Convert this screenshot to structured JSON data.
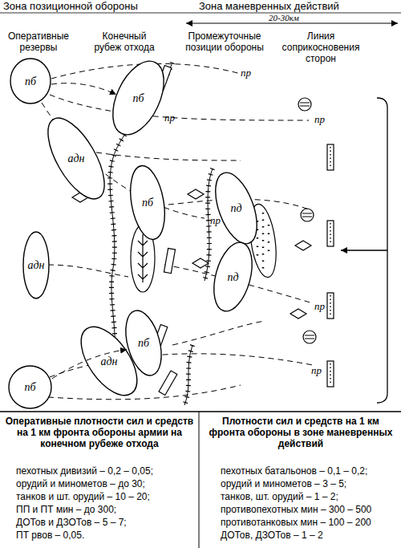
{
  "diagram": {
    "nodes": [
      {
        "text": [
          "пб"
        ]
      },
      {
        "text": [
          "пб"
        ]
      },
      {
        "text": [
          "адн"
        ]
      },
      {
        "text": [
          "пб"
        ]
      },
      {
        "text": [
          "пд"
        ]
      },
      {
        "text": [
          "пд"
        ]
      },
      {
        "text": [
          "адн"
        ]
      },
      {
        "text": [
          "пб"
        ]
      },
      {
        "text": [
          "адн"
        ]
      },
      {
        "text": [
          "пб"
        ]
      }
    ],
    "edges": [
      {
        "from": 0,
        "to": 1,
        "arrow": "to"
      },
      {
        "from": 9,
        "to": 7,
        "arrow": "to"
      }
    ],
    "labels": [
      "Зона позиционной обороны",
      "Зона маневренных действий",
      "20-30км",
      "Оперативные резервы",
      "Конечный рубеж отхода",
      "Промежуточные позиции обороны",
      "Линия соприкосновения сторон",
      "пр",
      "пр",
      "пр",
      "пр",
      "пр",
      "пр",
      "Оперативные плотности сил и средств на 1 км фронта обороны армии на конечном рубеже отхода",
      "пехотных дивизий – 0,2 – 0,05;",
      "орудий и минометов – до 30;",
      "танков и шт. орудий – 10 – 20;",
      "ПП и ПТ мин – до 300;",
      "ДОТов и ДЗОТов – 5 – 7;",
      "ПТ рвов – 0,05.",
      "Плотности сил и средств на 1 км фронта обороны в зоне маневренных действий",
      "пехотных батальонов – 0,1 – 0,2;",
      "орудий и минометов – 3 – 5;",
      "танков, шт. орудий – 1 – 2;",
      "противопехотных мин – 300 – 500",
      "противотанковых мин – 100 – 200",
      "ДОТов, ДЗОТов – 1 – 2"
    ]
  }
}
